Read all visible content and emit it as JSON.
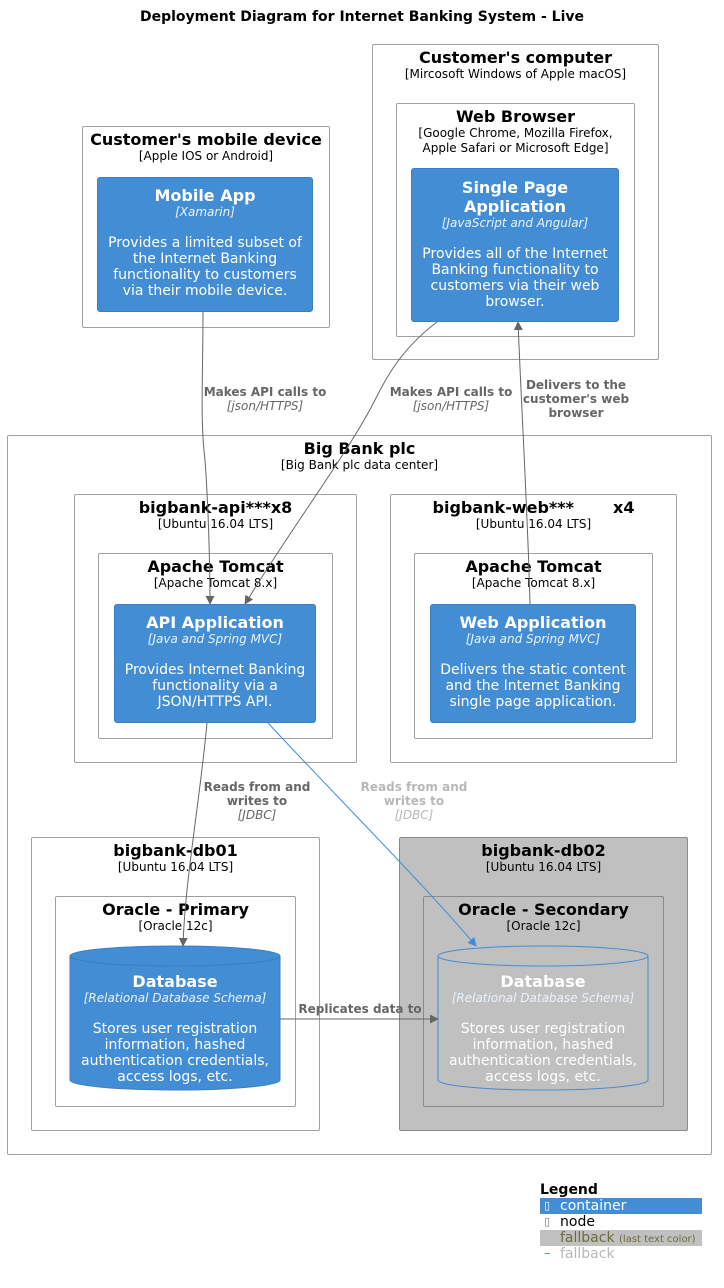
{
  "title": "Deployment Diagram for Internet Banking System - Live",
  "nodes": {
    "customer_computer": {
      "title": "Customer's computer",
      "subtitle": "[Mircosoft Windows of Apple macOS]"
    },
    "web_browser": {
      "title": "Web Browser",
      "subtitle_1": "[Google Chrome, Mozilla Firefox,",
      "subtitle_2": "Apple Safari or Microsoft Edge]"
    },
    "mobile_device": {
      "title": "Customer's mobile device",
      "subtitle": "[Apple IOS or Android]"
    },
    "big_bank": {
      "title": "Big Bank plc",
      "subtitle": "[Big Bank plc data center]"
    },
    "api_server": {
      "title": "bigbank-api***x8",
      "subtitle": "[Ubuntu 16.04 LTS]"
    },
    "web_server": {
      "title": "bigbank-web***       x4",
      "subtitle": "[Ubuntu 16.04 LTS]"
    },
    "api_tomcat": {
      "title": "Apache Tomcat",
      "subtitle": "[Apache Tomcat 8.x]"
    },
    "web_tomcat": {
      "title": "Apache Tomcat",
      "subtitle": "[Apache Tomcat 8.x]"
    },
    "db01": {
      "title": "bigbank-db01",
      "subtitle": "[Ubuntu 16.04 LTS]"
    },
    "db02": {
      "title": "bigbank-db02",
      "subtitle": "[Ubuntu 16.04 LTS]"
    },
    "oracle_primary": {
      "title": "Oracle - Primary",
      "subtitle": "[Oracle 12c]"
    },
    "oracle_secondary": {
      "title": "Oracle - Secondary",
      "subtitle": "[Oracle 12c]"
    }
  },
  "containers": {
    "spa": {
      "title_1": "Single Page",
      "title_2": "Application",
      "tech": "[JavaScript and Angular]",
      "desc": [
        "Provides all of the Internet",
        "Banking functionality to",
        "customers via their web",
        "browser."
      ]
    },
    "mobile_app": {
      "title": "Mobile App",
      "tech": "[Xamarin]",
      "desc": [
        "Provides a limited subset of",
        "the Internet Banking",
        "functionality to customers",
        "via their mobile device."
      ]
    },
    "api_app": {
      "title": "API Application",
      "tech": "[Java and Spring MVC]",
      "desc": [
        "Provides Internet Banking",
        "functionality via a",
        "JSON/HTTPS API."
      ]
    },
    "web_app": {
      "title": "Web Application",
      "tech": "[Java and Spring MVC]",
      "desc": [
        "Delivers the static content",
        "and the Internet Banking",
        "single page application."
      ]
    },
    "db_primary": {
      "title": "Database",
      "tech": "[Relational Database Schema]",
      "desc": [
        "Stores user registration",
        "information, hashed",
        "authentication credentials,",
        "access logs, etc."
      ]
    },
    "db_secondary": {
      "title": "Database",
      "tech": "[Relational Database Schema]",
      "desc": [
        "Stores user registration",
        "information, hashed",
        "authentication credentials,",
        "access logs, etc."
      ]
    }
  },
  "relations": {
    "mobile_api": {
      "label": "Makes API calls to",
      "tech": "[json/HTTPS]"
    },
    "spa_api": {
      "label": "Makes API calls to",
      "tech": "[json/HTTPS]"
    },
    "web_spa": {
      "label_1": "Delivers to the",
      "label_2": "customer's web",
      "label_3": "browser"
    },
    "api_db1": {
      "label_1": "Reads from and",
      "label_2": "writes to",
      "tech": "[JDBC]"
    },
    "api_db2": {
      "label_1": "Reads from and",
      "label_2": "writes to",
      "tech": "[JDBC]"
    },
    "replicate": {
      "label": "Replicates data to"
    }
  },
  "legend": {
    "title": "Legend",
    "items": [
      {
        "label": "container",
        "icon": "container-swatch-icon"
      },
      {
        "label": "node",
        "icon": "node-swatch-icon"
      },
      {
        "label": "fallback",
        "note": "(last text color)",
        "icon": "fallback-swatch-icon"
      },
      {
        "label": "fallback",
        "icon": "fallback-line-icon"
      }
    ]
  },
  "colors": {
    "container": "#438dd5",
    "fallback_node": "#c0c0c0",
    "arrow": "#666666",
    "blue_arrow": "#438dd5"
  }
}
